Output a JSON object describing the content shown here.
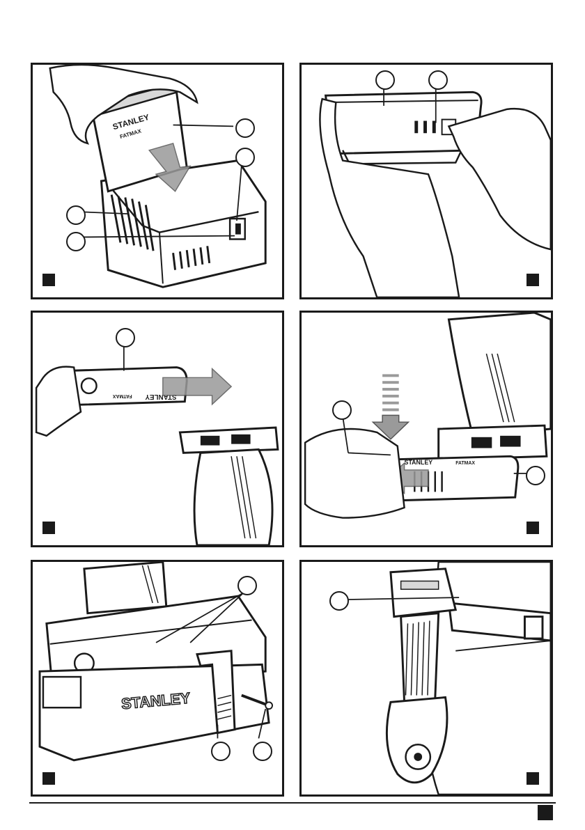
{
  "figures": [
    {
      "id": "charger-insert",
      "brand_text": "STANLEY",
      "sub_brand_text": "FATMAX"
    },
    {
      "id": "battery-release",
      "brand_text": "",
      "sub_brand_text": ""
    },
    {
      "id": "battery-remove-from-tool",
      "brand_text": "STANLEY",
      "sub_brand_text": "FATMAX"
    },
    {
      "id": "battery-install-into-tool",
      "brand_text": "STANLEY",
      "sub_brand_text": "FATMAX"
    },
    {
      "id": "belt-hook-mount",
      "brand_text": "STANLEY",
      "sub_brand_text": ""
    },
    {
      "id": "belt-hook-worn",
      "brand_text": "",
      "sub_brand_text": ""
    }
  ],
  "colors": {
    "ink": "#1a1a1a",
    "paper": "#ffffff",
    "shade": "#9a9a9a",
    "light": "#d8d8d8"
  }
}
